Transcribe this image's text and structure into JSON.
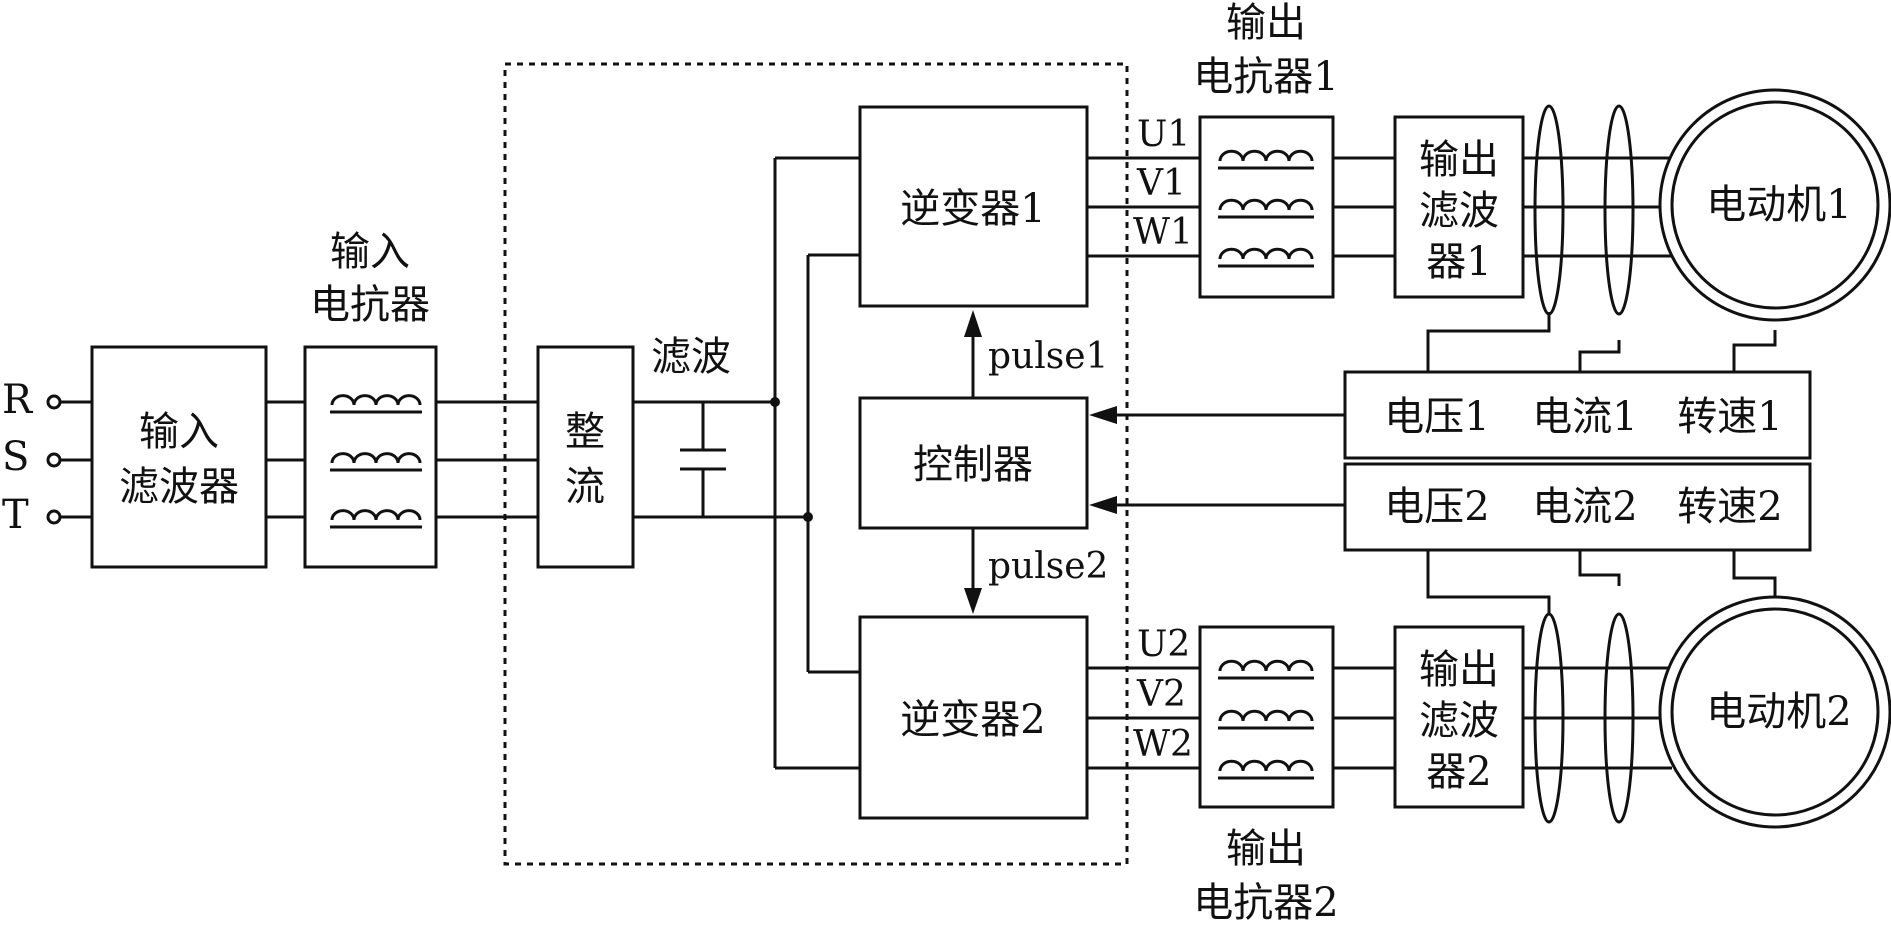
{
  "terminals": [
    "R",
    "S",
    "T"
  ],
  "blocks": {
    "input_filter": [
      "输入",
      "滤波器"
    ],
    "input_reactor": [
      "输入",
      "电抗器"
    ],
    "rectifier": [
      "整",
      "流"
    ],
    "dc_filter": "滤波",
    "inverter1": "逆变器1",
    "inverter2": "逆变器2",
    "controller": "控制器",
    "output_reactor1": [
      "输出",
      "电抗器1"
    ],
    "output_reactor2": [
      "输出",
      "电抗器2"
    ],
    "output_filter1": [
      "输出",
      "滤波",
      "器1"
    ],
    "output_filter2": [
      "输出",
      "滤波",
      "器2"
    ],
    "motor1": "电动机1",
    "motor2": "电动机2"
  },
  "signals": {
    "pulse1": "pulse1",
    "pulse2": "pulse2"
  },
  "phases1": [
    "U1",
    "V1",
    "W1"
  ],
  "phases2": [
    "U2",
    "V2",
    "W2"
  ],
  "sensors": {
    "row1": [
      "电压1",
      "电流1",
      "转速1"
    ],
    "row2": [
      "电压2",
      "电流2",
      "转速2"
    ]
  }
}
